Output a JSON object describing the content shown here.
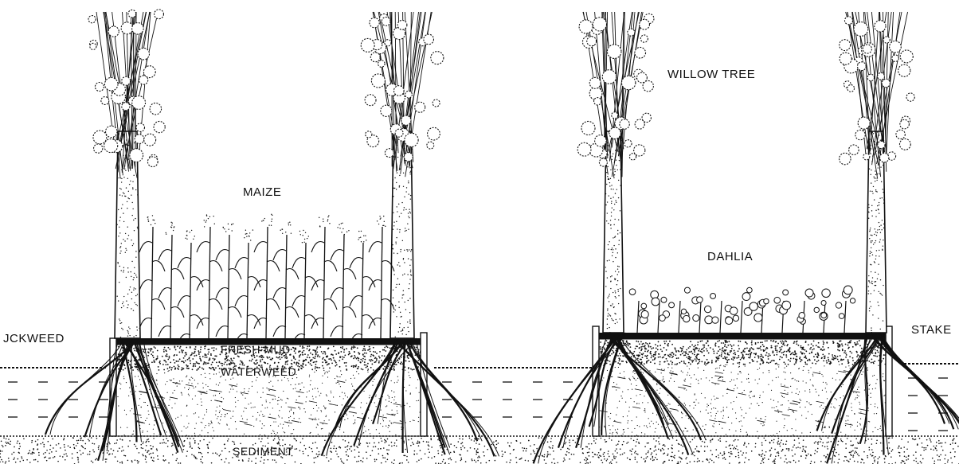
{
  "labels": {
    "willow_tree": "WILLOW TREE",
    "maize": "MAIZE",
    "dahlia": "DAHLIA",
    "duckweed": "JCKWEED",
    "stake": "STAKE",
    "fresh_mud": "FRESH MUD",
    "waterweed": "WATERWEED",
    "sediment": "SEDIMENT"
  },
  "colors": {
    "ink": "#111111",
    "paper": "#ffffff",
    "water_dash": "#222222",
    "sediment_dot": "#333333"
  }
}
